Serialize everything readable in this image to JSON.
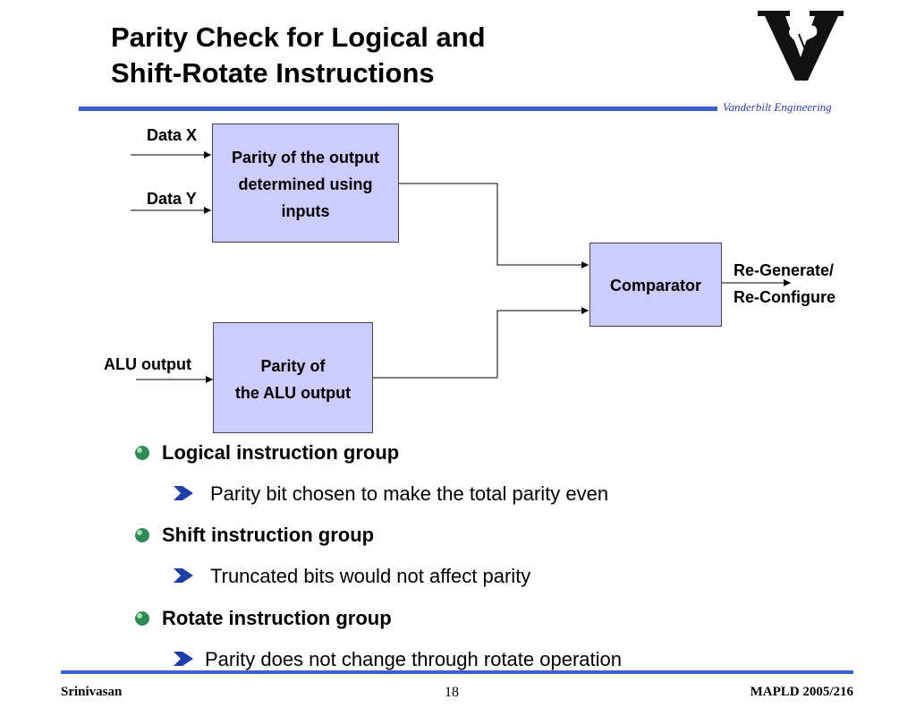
{
  "slide": {
    "title_line1": "Parity Check for Logical and",
    "title_line2": "Shift-Rotate Instructions",
    "brand": "Vanderbilt Engineering"
  },
  "diagram": {
    "input_x": "Data X",
    "input_y": "Data Y",
    "input_alu": "ALU output",
    "box_top_line1": "Parity of the output",
    "box_top_line2": "determined using",
    "box_top_line3": "inputs",
    "box_bottom_line1": "Parity of",
    "box_bottom_line2": "the ALU output",
    "comparator": "Comparator",
    "output_line1": "Re-Generate/",
    "output_line2": "Re-Configure"
  },
  "bullets": [
    {
      "text": "Logical instruction group",
      "sub": "Parity bit chosen to make the total parity even"
    },
    {
      "text": "Shift instruction group",
      "sub": "Truncated bits would not affect parity"
    },
    {
      "text": "Rotate instruction group",
      "sub": "Parity does not change through rotate operation"
    }
  ],
  "footer": {
    "author": "Srinivasan",
    "page": "18",
    "event": "MAPLD 2005/216"
  },
  "colors": {
    "box_fill": "#ccccff",
    "rule": "#3a5fcd",
    "brand_text": "#2b3ea8",
    "bullet_ball": "#2e8b57",
    "arrow_bullet": "#1f3fa8"
  }
}
